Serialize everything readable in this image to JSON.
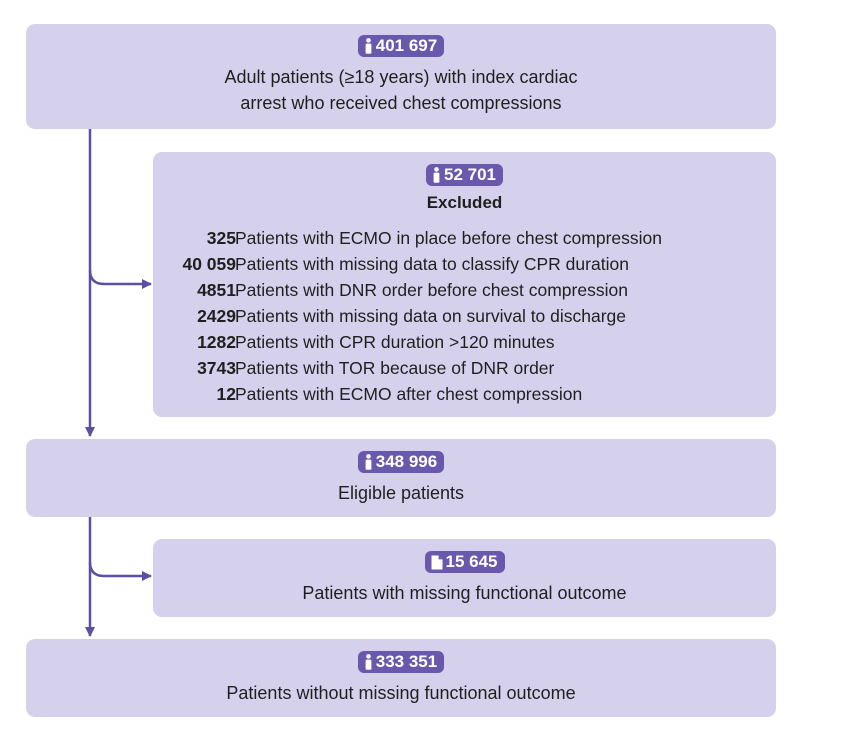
{
  "boxes": {
    "initial": {
      "count": "401 697",
      "icon": "person-icon",
      "lines": [
        "Adult patients (≥18 years) with index cardiac",
        "arrest who received chest compressions"
      ]
    },
    "excluded": {
      "count": "52 701",
      "icon": "person-icon",
      "title": "Excluded",
      "items": [
        {
          "count": "325",
          "text": "Patients with ECMO in place before chest compression"
        },
        {
          "count": "40 059",
          "text": "Patients with missing data to classify CPR duration"
        },
        {
          "count": "4851",
          "text": "Patients with DNR order before chest compression"
        },
        {
          "count": "2429",
          "text": "Patients with missing data on survival to discharge"
        },
        {
          "count": "1282",
          "text": "Patients with CPR duration >120 minutes"
        },
        {
          "count": "3743",
          "text": "Patients with TOR because of DNR order"
        },
        {
          "count": "12",
          "text": "Patients with ECMO after chest compression"
        }
      ]
    },
    "eligible": {
      "count": "348 996",
      "icon": "person-icon",
      "label": "Eligible patients"
    },
    "missing": {
      "count": "15 645",
      "icon": "document-icon",
      "label": "Patients with missing functional outcome"
    },
    "final": {
      "count": "333 351",
      "icon": "person-icon",
      "label": "Patients without missing functional outcome"
    }
  },
  "colors": {
    "box_fill": "#d5d1ec",
    "badge_fill": "#6a58ad",
    "arrow": "#5e4fa2",
    "text": "#1f1f1f"
  }
}
